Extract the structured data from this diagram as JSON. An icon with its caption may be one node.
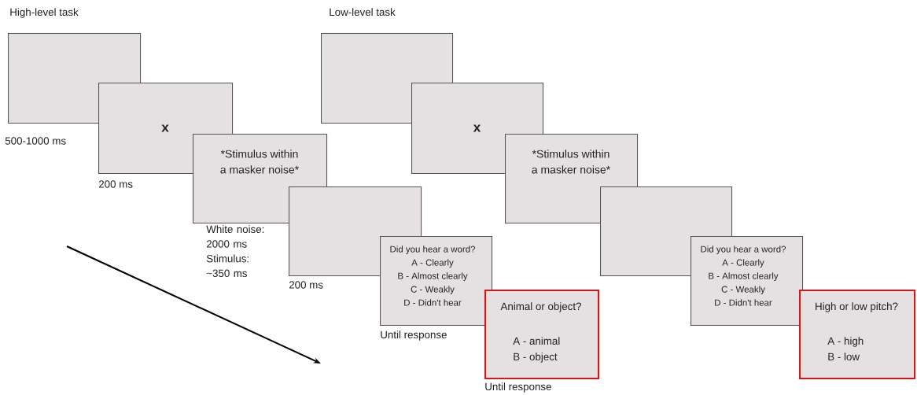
{
  "diagram": {
    "nodes": [
      {
        "text": [],
        "shape": "box",
        "beside": [
          "500-1000 ms"
        ]
      },
      {
        "text": [
          "x"
        ],
        "beside": [
          "200 ms"
        ]
      },
      {
        "text": [
          "*Stimulus within",
          "a masker noise*"
        ],
        "beside": [
          "White noise: 2000 ms Stimulus: ~350 ms"
        ]
      },
      {
        "text": [],
        "shape": "box",
        "beside": [
          "200 ms"
        ]
      },
      {
        "text": [
          "Did you hear a word?",
          "A - Clearly",
          "B - Almost clearly",
          "C - Weakly",
          "D - Didn't hear"
        ],
        "beside": [
          "Until response"
        ]
      },
      {
        "text": [
          "Animal or object?",
          "A - animal",
          "B - object"
        ],
        "beside": [
          "Until response"
        ]
      },
      {
        "text": [],
        "shape": "box"
      },
      {
        "text": [
          "x"
        ]
      },
      {
        "text": [
          "*Stimulus within",
          "a masker noise*"
        ]
      },
      {
        "text": [],
        "shape": "box"
      },
      {
        "text": [
          "Did you hear a word?",
          "A - Clearly",
          "B - Almost clearly",
          "C - Weakly",
          "D - Didn't hear"
        ]
      },
      {
        "text": [
          "High or low pitch?",
          "A - high",
          "B - low"
        ]
      }
    ],
    "labels": [
      "High-level task",
      "Low-level task"
    ]
  }
}
